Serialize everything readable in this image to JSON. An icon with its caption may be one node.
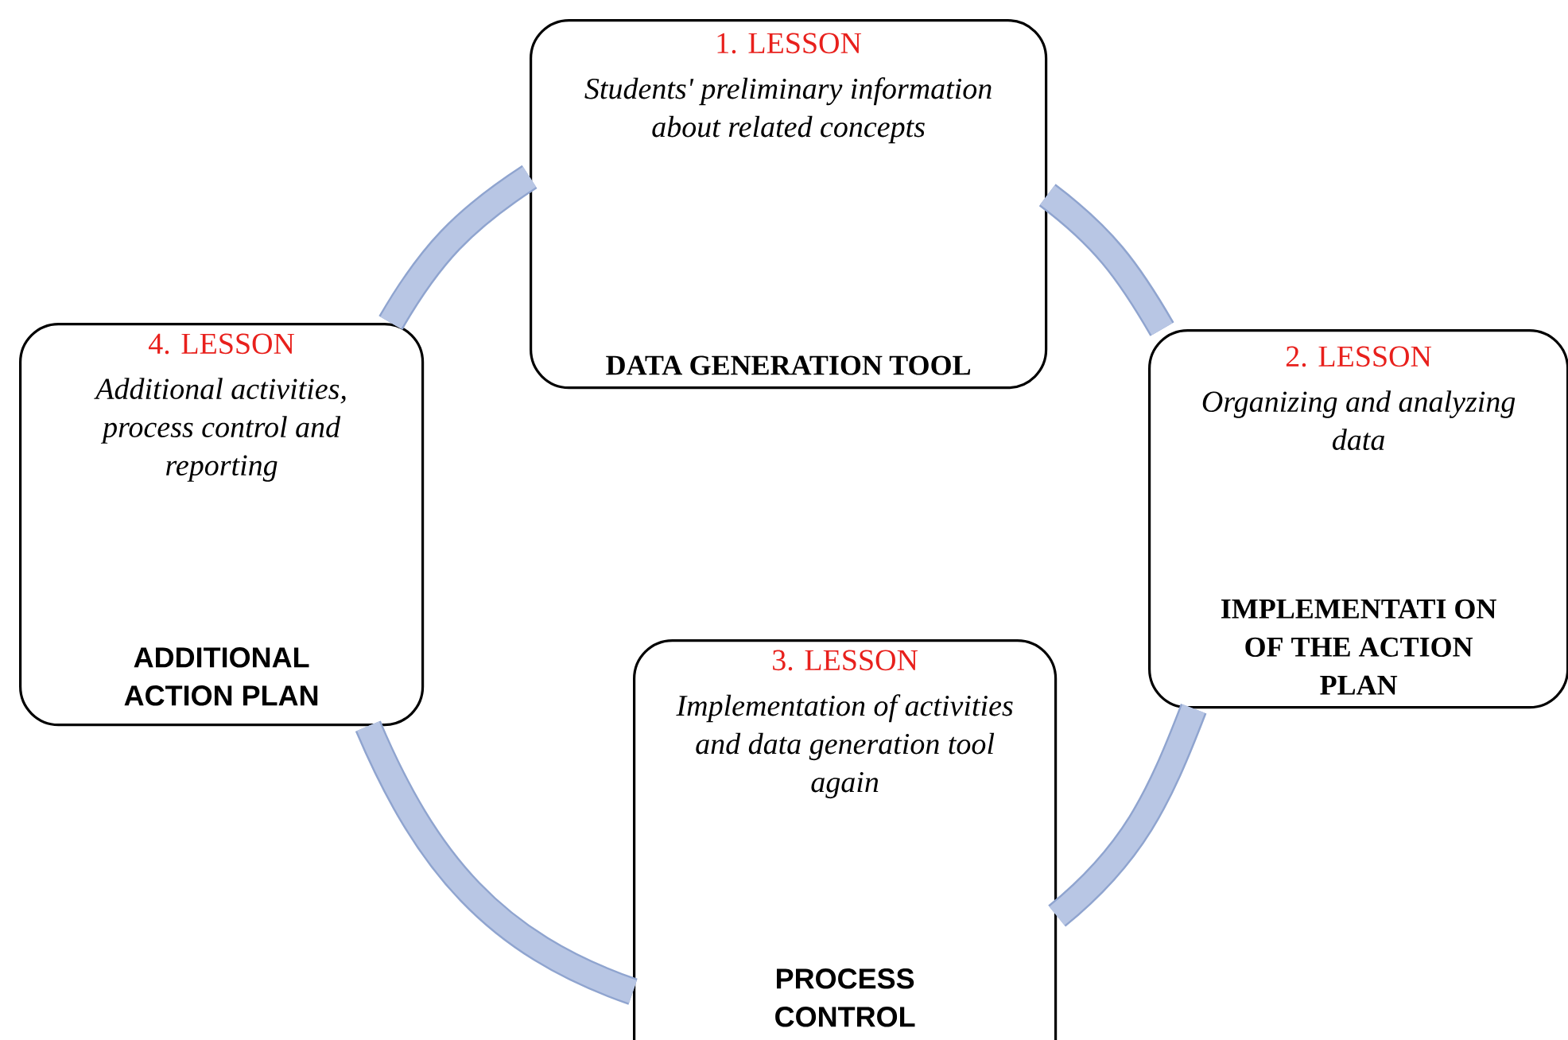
{
  "diagram": {
    "nodes": [
      {
        "text": [
          "1. LESSON",
          "Students' preliminary information about related concepts",
          "DATA GENERATION TOOL"
        ]
      },
      {
        "text": [
          "2. LESSON",
          "Organizing and analyzing data",
          "IMPLEMENTATI ON OF THE ACTION PLAN"
        ]
      },
      {
        "text": [
          "3. LESSON",
          "Implementation of activities and data generation tool again",
          "PROCESS CONTROL"
        ]
      },
      {
        "text": [
          "4. LESSON",
          "Additional activities, process control and reporting",
          "ADDITIONAL ACTION PLAN"
        ]
      }
    ],
    "edges": [
      {
        "from": 0,
        "to": 1,
        "arrow": "none"
      },
      {
        "from": 1,
        "to": 2,
        "arrow": "none"
      },
      {
        "from": 2,
        "to": 3,
        "arrow": "none"
      },
      {
        "from": 3,
        "to": 0,
        "arrow": "none"
      }
    ]
  }
}
